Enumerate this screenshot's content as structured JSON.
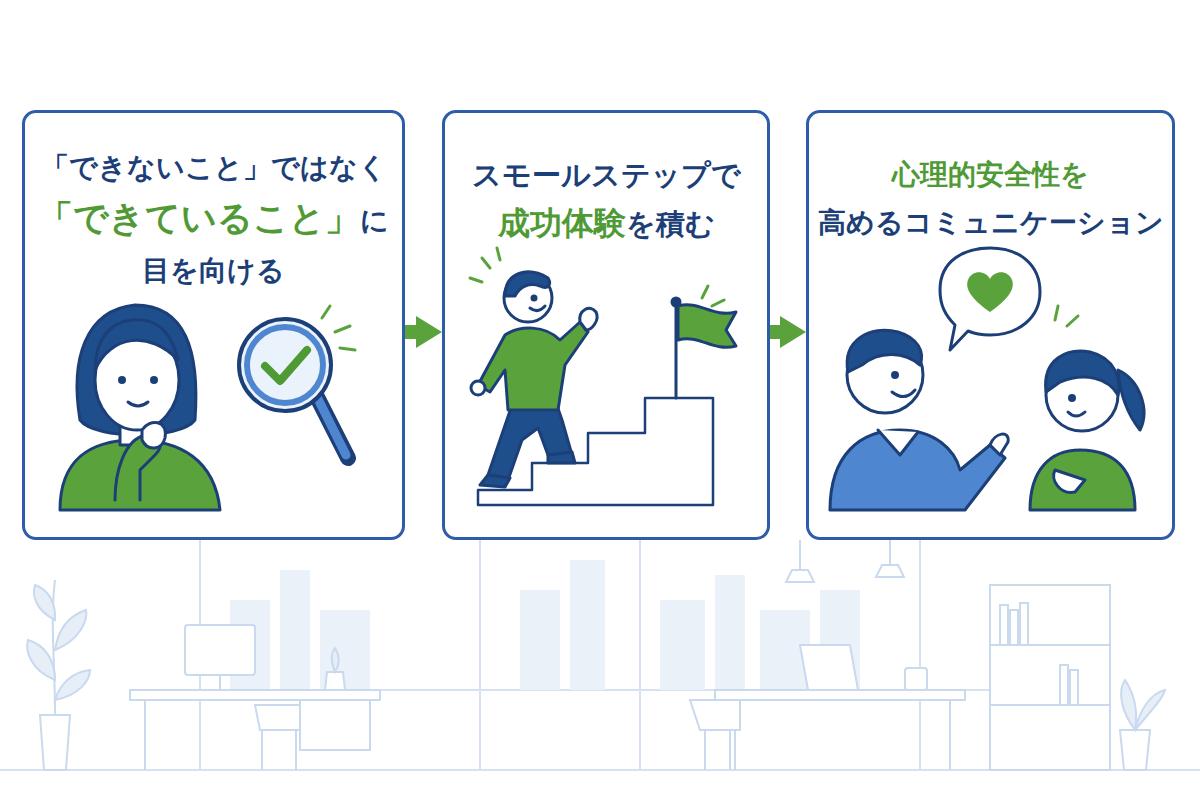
{
  "diagram": {
    "nodes": [
      {
        "text": [
          "「できないこと」ではなく 「できていること」に 目を向ける"
        ]
      },
      {
        "text": [
          "スモールステップで 成功体験を積む"
        ]
      },
      {
        "text": [
          "心理的安全性を 高めるコミュニケーション"
        ]
      }
    ],
    "edges": [
      {
        "from": 0,
        "to": 1,
        "arrow": "to"
      },
      {
        "from": 1,
        "to": 2,
        "arrow": "to"
      }
    ]
  }
}
